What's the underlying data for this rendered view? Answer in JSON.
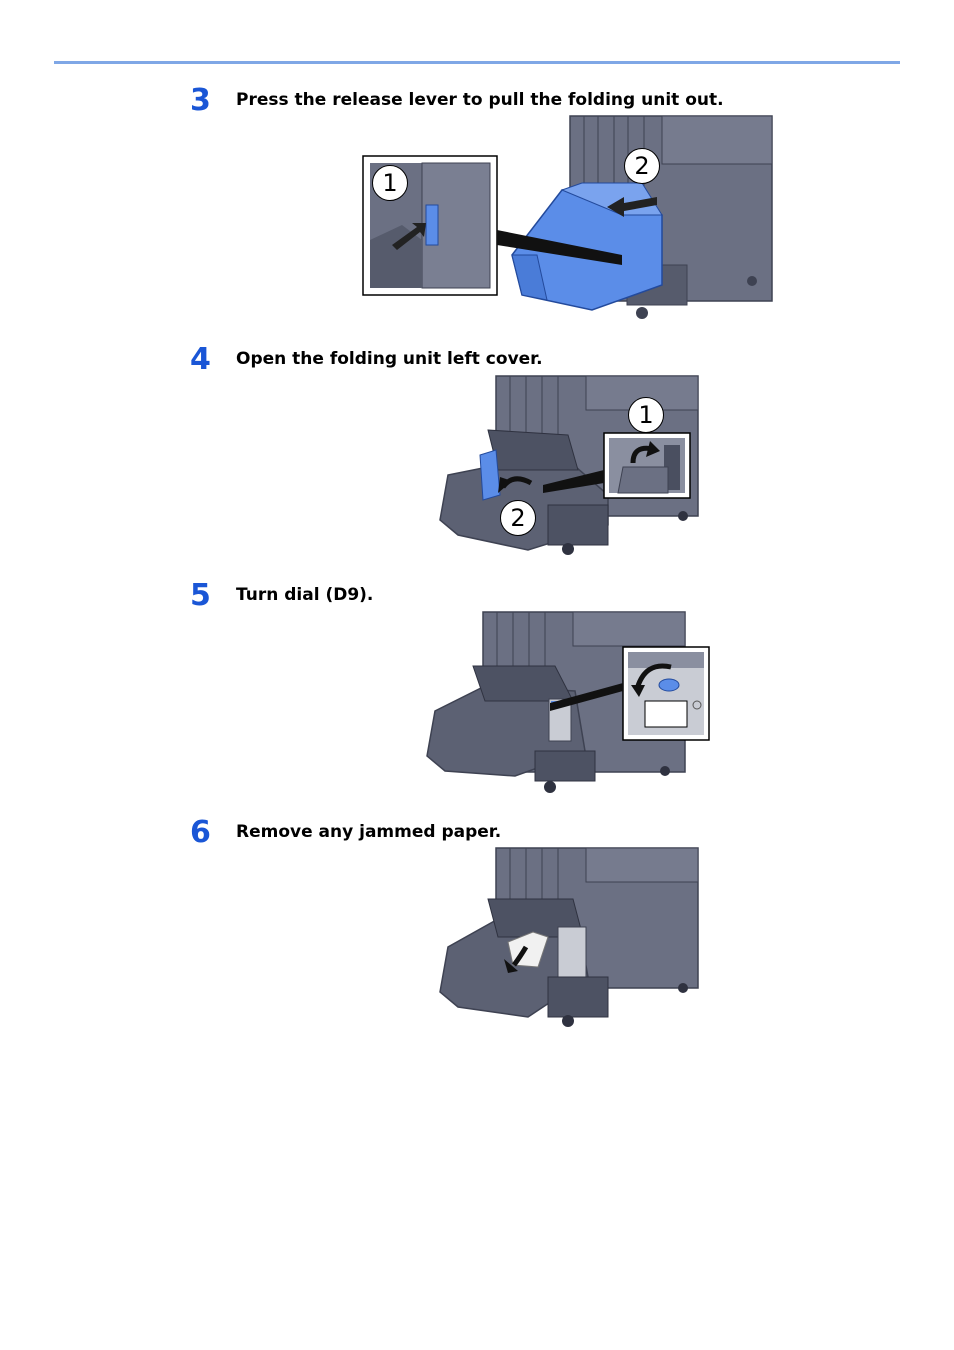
{
  "steps": [
    {
      "number": "3",
      "text": "Press the release lever to pull the folding unit out.",
      "callouts": [
        "1",
        "2"
      ]
    },
    {
      "number": "4",
      "text": "Open the folding unit left cover.",
      "callouts": [
        "1",
        "2"
      ]
    },
    {
      "number": "5",
      "text": "Turn dial (D9).",
      "callouts": []
    },
    {
      "number": "6",
      "text": "Remove any jammed paper.",
      "callouts": []
    }
  ],
  "colors": {
    "accent": "#1a56d6",
    "rule": "#7fa7e6",
    "machine": "#6b7083",
    "machine_dark": "#4a4f60",
    "highlight": "#5b8de8"
  }
}
